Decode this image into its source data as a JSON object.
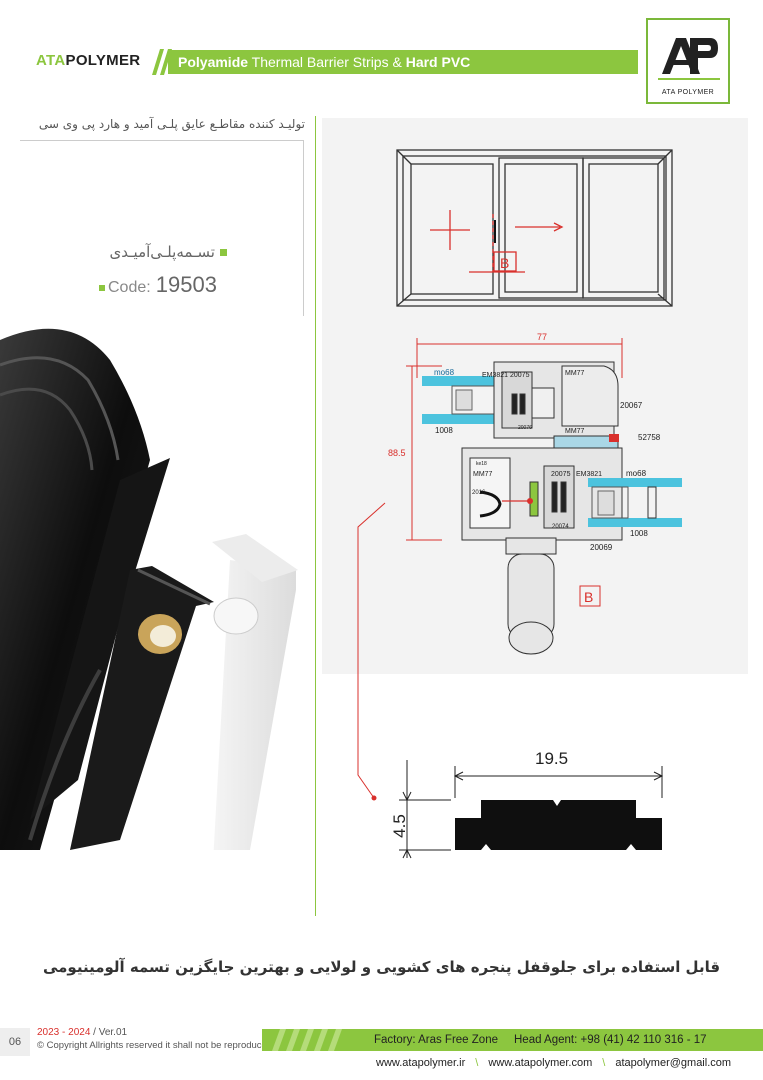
{
  "header": {
    "brand_prefix": "ATA",
    "brand_rest": "POLYMER",
    "tagline_bold_1": "Polyamide",
    "tagline_mid": " Thermal Barrier Strips & ",
    "tagline_bold_2": "Hard PVC",
    "logo_caption": "ATA POLYMER",
    "brand_color": "#8cc63f"
  },
  "intro": {
    "fa_tagline": "تولیـد کننده مقاطـع عایق پلـی آمید و هارد پی وی سی"
  },
  "product": {
    "name_fa": "تسـمه‌پلـی‌آمیـدی",
    "code_label": "Code:",
    "code_value": "19503"
  },
  "drawing": {
    "window_label": "B",
    "section_label": "B",
    "dim_77": "77",
    "dim_88_5": "88.5",
    "labels": {
      "mo68_a": "mo68",
      "em3821_a": "EM3821",
      "p20075_a": "20075",
      "mm77_a": "MM77",
      "p20067": "20067",
      "p1008_a": "1008",
      "p20076": "20076",
      "mm77_b": "MM77",
      "p52758": "52758",
      "ke18": "ke18",
      "mm77_c": "MM77",
      "p20075_b": "20075",
      "em3821_b": "EM3821",
      "mo68_b": "mo68",
      "p2016": "2016",
      "p20074": "20074",
      "p1008_b": "1008",
      "p20069": "20069"
    }
  },
  "profile": {
    "width": "19.5",
    "height": "4.5"
  },
  "usage_note": "قابل استفاده برای جلوقفل پنجره های کشویی و لولایی و بهترین جایگزین تسمه آلومینیومی",
  "footer": {
    "page": "06",
    "years": "2023 - 2024",
    "version": " / Ver.01",
    "copyright": "© Copyright Allrights reserved it shall not be reproduce",
    "factory": "Factory: Aras Free Zone",
    "head_agent": "Head Agent: +98 (41) 42 110 316 - 17",
    "links": [
      "www.atapolymer.ir",
      "www.atapolymer.com",
      "atapolymer@gmail.com"
    ]
  }
}
